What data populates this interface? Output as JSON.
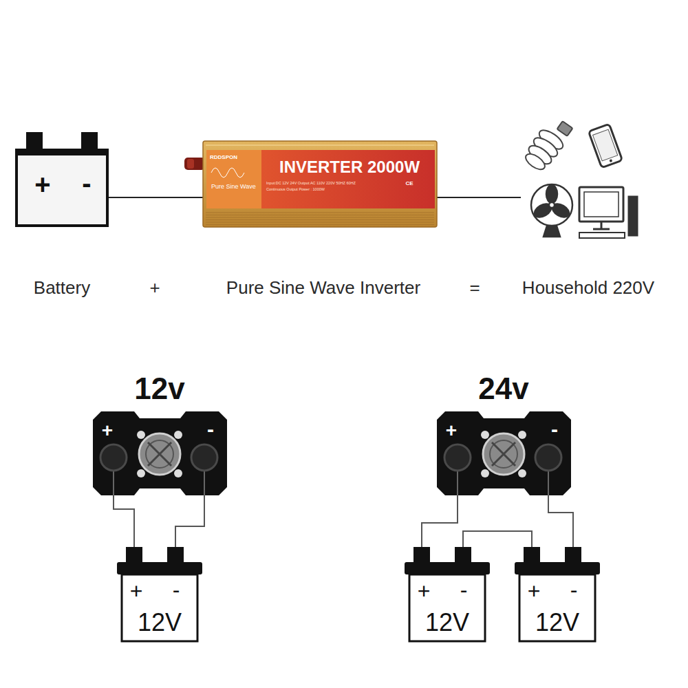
{
  "diagram": {
    "nodes": [
      {
        "text": [
          "+",
          "-"
        ]
      },
      {
        "text": [
          "RDDSPON",
          "INVERTER 2000W",
          "Pure Sine Wave",
          "Input:DC 12V 24V Output:AC 110V 220V 50HZ 60HZ",
          "Continuous Output Power : 1000W",
          "CE"
        ]
      },
      {
        "text": [
          "12v",
          "+",
          "-"
        ]
      },
      {
        "text": [
          "+",
          "-",
          "12V"
        ]
      },
      {
        "text": [
          "24v",
          "+",
          "-"
        ]
      },
      {
        "text": [
          "+",
          "-",
          "12V"
        ]
      },
      {
        "text": [
          "+",
          "-",
          "12V"
        ]
      }
    ],
    "edges": [
      {
        "from": 0,
        "to": 1,
        "arrow": "none"
      },
      {
        "from": 2,
        "to": 3,
        "arrow": "none"
      },
      {
        "from": 2,
        "to": 3,
        "arrow": "none"
      },
      {
        "from": 4,
        "to": 5,
        "arrow": "none"
      },
      {
        "from": 5,
        "to": 6,
        "arrow": "none"
      },
      {
        "from": 4,
        "to": 6,
        "arrow": "none"
      }
    ],
    "labels": [
      "Battery",
      "+",
      "Pure Sine Wave Inverter",
      "=",
      "Household 220V"
    ]
  }
}
